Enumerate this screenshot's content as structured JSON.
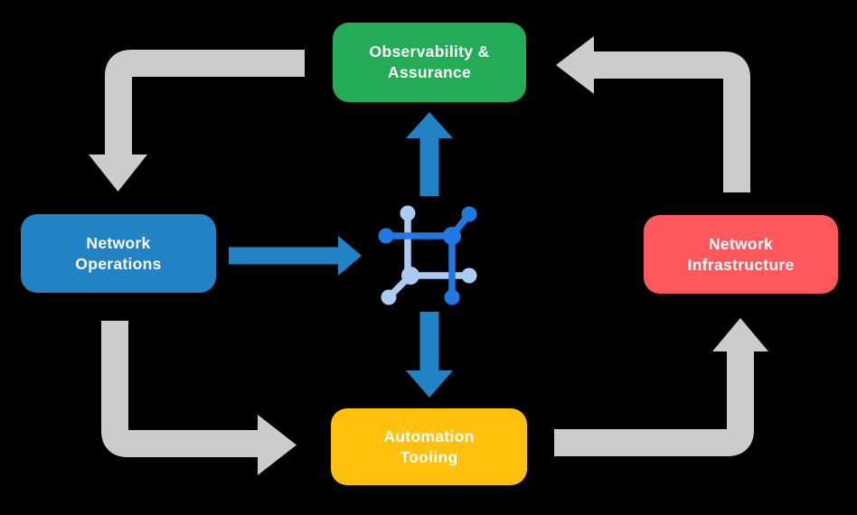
{
  "background": "#000000",
  "colors": {
    "arrow_gray": "#CCCCCC",
    "arrow_blue": "#2183C4",
    "icon_blue": "#2079E2",
    "icon_lightblue": "#A9CBF4",
    "text": "#FFFFFF"
  },
  "diagram": {
    "type": "cycle-flow",
    "center_icon": "network-nodes-icon",
    "nodes": [
      {
        "id": "observability",
        "label": "Observability &\nAssurance",
        "color": "#23AC55",
        "position": "top"
      },
      {
        "id": "operations",
        "label": "Network\nOperations",
        "color": "#2183C4",
        "position": "left"
      },
      {
        "id": "infrastructure",
        "label": "Network\nInfrastructure",
        "color": "#FF595E",
        "position": "right"
      },
      {
        "id": "automation",
        "label": "Automation\nTooling",
        "color": "#FFC10C",
        "position": "bottom"
      }
    ],
    "flows": [
      {
        "from": "observability",
        "to": "operations",
        "style": "gray"
      },
      {
        "from": "operations",
        "to": "automation",
        "style": "gray"
      },
      {
        "from": "automation",
        "to": "infrastructure",
        "style": "gray"
      },
      {
        "from": "infrastructure",
        "to": "observability",
        "style": "gray"
      },
      {
        "from": "operations",
        "to": "center-icon",
        "style": "blue"
      },
      {
        "from": "center-icon",
        "to": "observability",
        "style": "blue"
      },
      {
        "from": "center-icon",
        "to": "automation",
        "style": "blue"
      }
    ]
  }
}
